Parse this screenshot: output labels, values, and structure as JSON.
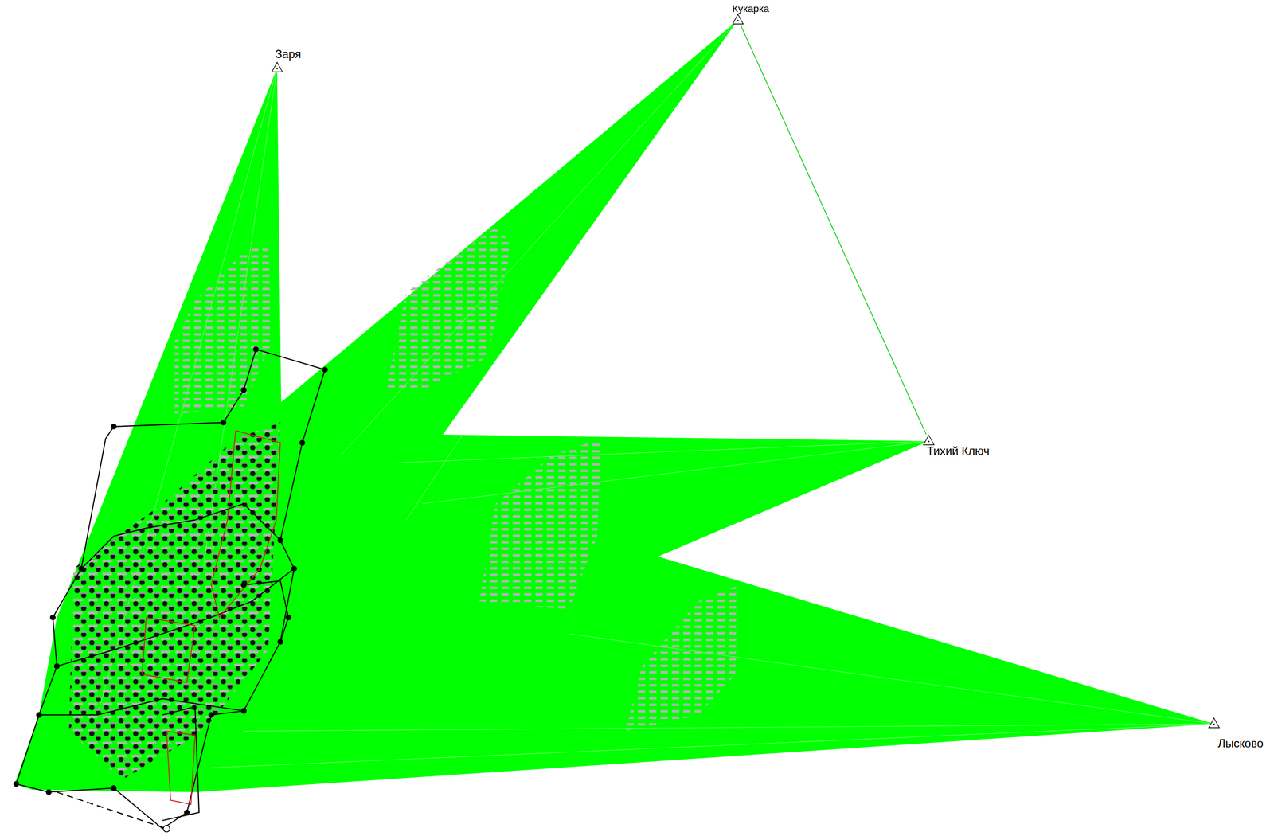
{
  "diagram": {
    "nodes": [
      {
        "text": [
          "Заря"
        ]
      },
      {
        "text": [
          "Кукарка"
        ]
      },
      {
        "text": [
          "Тихий Ключ"
        ]
      },
      {
        "text": [
          "Лысково"
        ]
      }
    ],
    "edges": [
      {
        "from": 1,
        "to": 2,
        "arrow": "none"
      }
    ]
  }
}
